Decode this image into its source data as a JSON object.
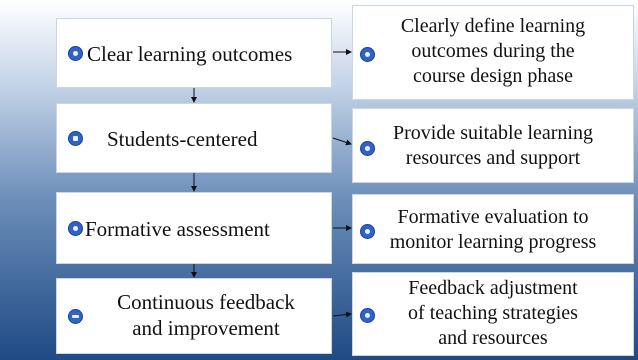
{
  "rows": [
    {
      "title_lines": [
        "Clear learning outcomes"
      ],
      "desc_lines": [
        "Clearly define learning",
        "outcomes during the",
        "course design phase"
      ],
      "icon_left": "people-icon",
      "icon_right": "people-icon"
    },
    {
      "title_lines": [
        "Students-centered"
      ],
      "desc_lines": [
        "Provide suitable learning",
        "resources and support"
      ],
      "icon_left": "search-icon",
      "icon_right": "people-icon"
    },
    {
      "title_lines": [
        "Formative assessment"
      ],
      "desc_lines": [
        "Formative evaluation to",
        "monitor learning progress"
      ],
      "icon_left": "gear-icon",
      "icon_right": "lightbulb-icon"
    },
    {
      "title_lines": [
        "Continuous feedback",
        "and improvement"
      ],
      "desc_lines": [
        "Feedback adjustment",
        "of teaching strategies",
        "and resources"
      ],
      "icon_left": "chat-icon",
      "icon_right": "target-icon"
    }
  ],
  "colors": {
    "background_top": "#ffffff",
    "background_bottom": "#1f4a84",
    "box_fill": "#ffffff",
    "icon_fill": "#2f63c4",
    "arrow": "#111111"
  }
}
